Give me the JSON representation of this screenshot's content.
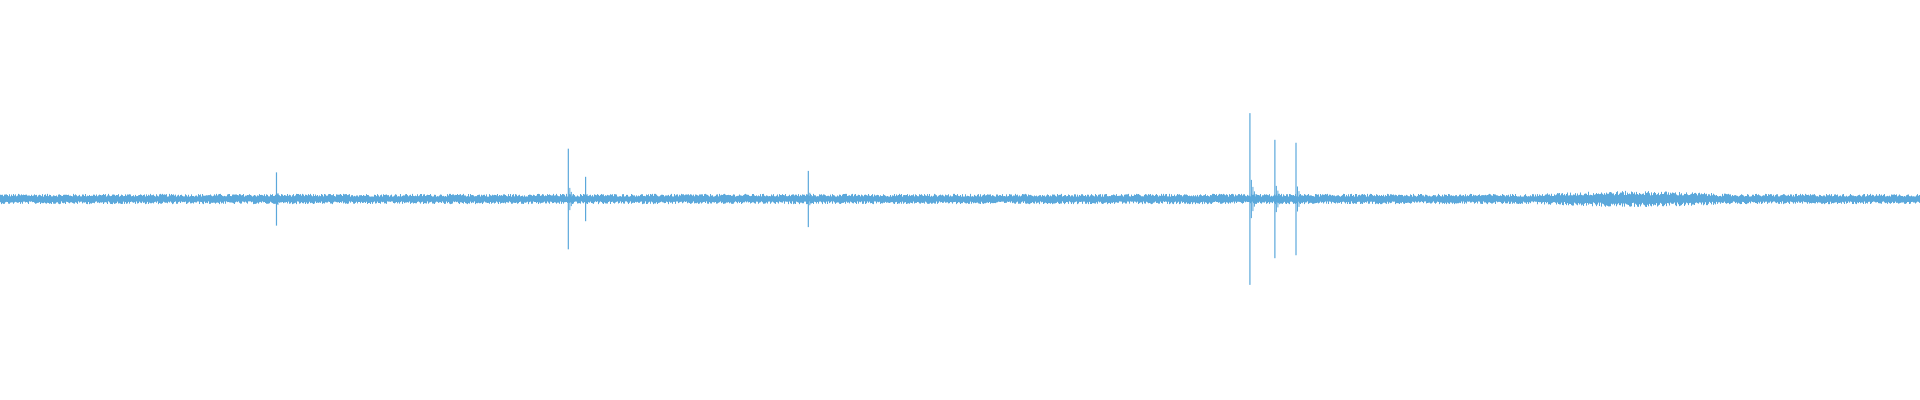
{
  "chart_data": {
    "type": "line",
    "title": "",
    "xlabel": "",
    "ylabel": "",
    "color": "#5ba8db",
    "grid": false,
    "legend": "none",
    "xlim": [
      0,
      1
    ],
    "ylim": [
      -1,
      1
    ],
    "baseline_amplitude": 0.035,
    "spikes": [
      {
        "x": 0.144,
        "amplitude": 0.18
      },
      {
        "x": 0.296,
        "amplitude": 0.34
      },
      {
        "x": 0.305,
        "amplitude": 0.15
      },
      {
        "x": 0.421,
        "amplitude": 0.19
      },
      {
        "x": 0.651,
        "amplitude": 0.58
      },
      {
        "x": 0.664,
        "amplitude": 0.4
      },
      {
        "x": 0.675,
        "amplitude": 0.38
      }
    ],
    "busy_region": {
      "x_start": 0.8,
      "x_end": 0.9,
      "amplitude": 0.055
    }
  }
}
